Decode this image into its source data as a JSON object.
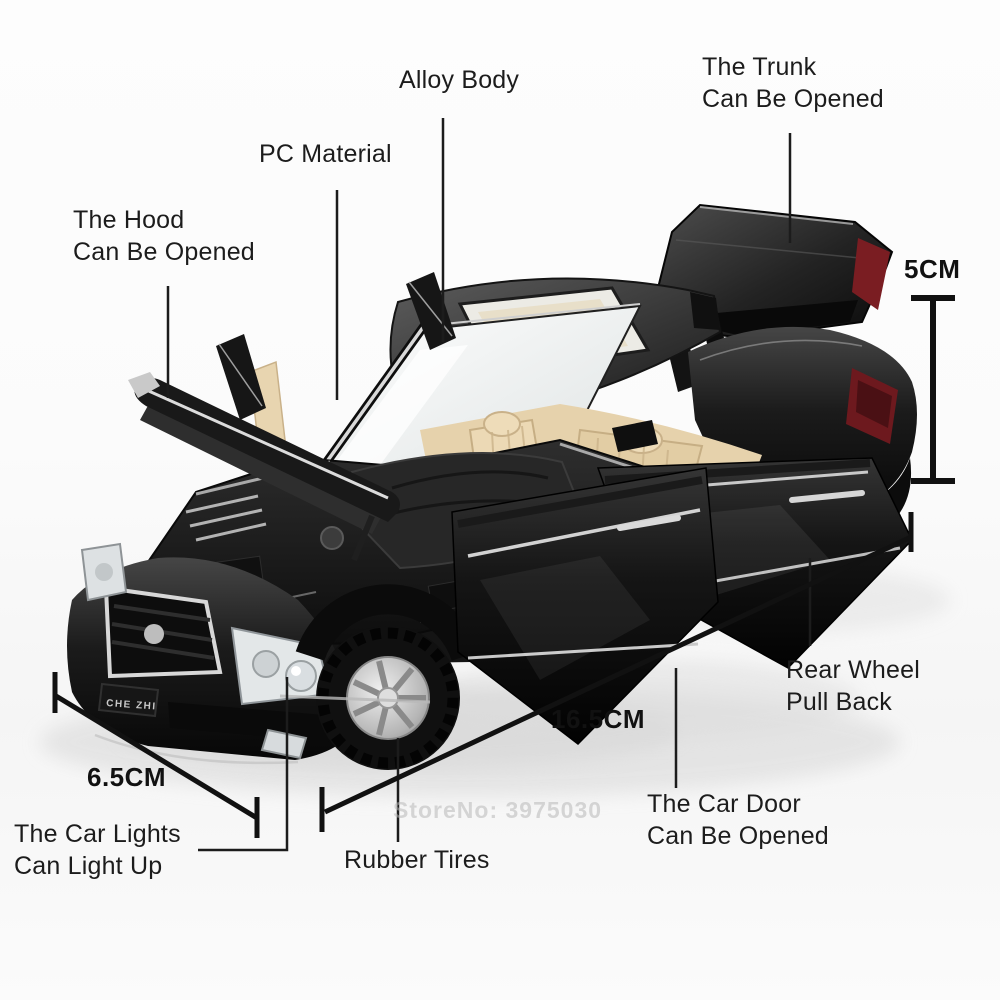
{
  "image": {
    "type": "annotated-product-photo",
    "subject": "Black die-cast model car with opening hood, doors and trunk",
    "background_color": "#fbfbfb",
    "annotation_text_color": "#1c1c1c"
  },
  "annotations": {
    "hood": {
      "line1": "The Hood",
      "line2": "Can Be Opened"
    },
    "pc_material": {
      "text": "PC Material"
    },
    "alloy_body": {
      "text": "Alloy Body"
    },
    "trunk": {
      "line1": "The Trunk",
      "line2": "Can Be Opened"
    },
    "rear_wheel": {
      "line1": "Rear Wheel",
      "line2": "Pull Back"
    },
    "car_door": {
      "line1": "The Car Door",
      "line2": "Can Be Opened"
    },
    "car_lights": {
      "line1": "The Car Lights",
      "line2": "Can Light Up"
    },
    "rubber_tires": {
      "text": "Rubber Tires"
    }
  },
  "dimensions": {
    "trunk_height": "5CM",
    "car_length": "16.5CM",
    "car_width": "6.5CM"
  },
  "watermark": {
    "text": "StoreNo: 3975030"
  },
  "car": {
    "license_plate": "CHE ZHI",
    "body_color": "#121212",
    "roof_color": "#3f3f3f",
    "interior_color": "#e6d2ac",
    "chrome_color": "#d6d6d6",
    "taillight_color": "#7a1d22",
    "glass_color": "#eef1f1"
  }
}
